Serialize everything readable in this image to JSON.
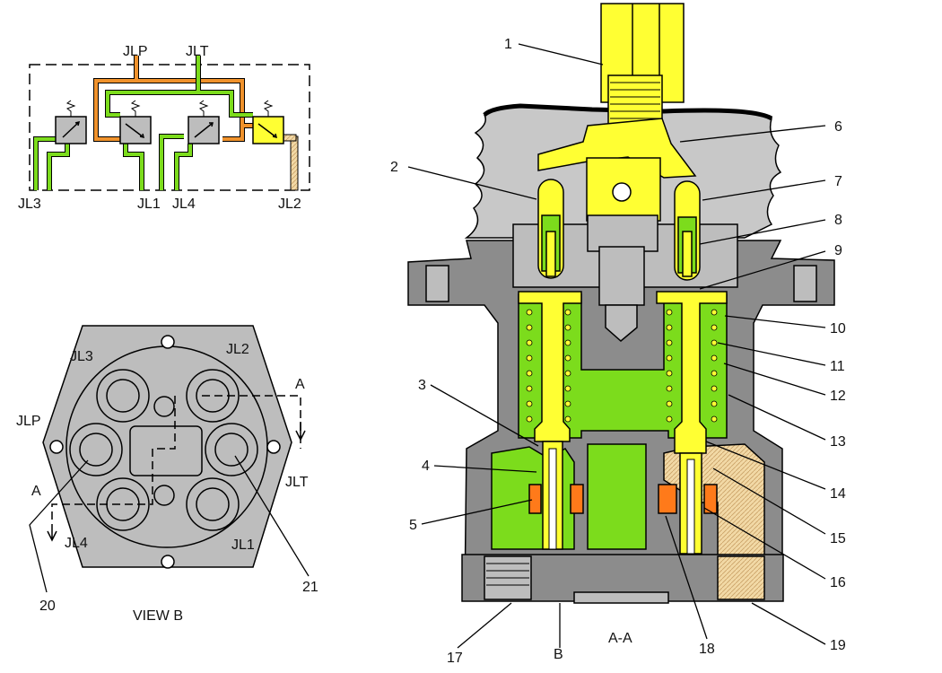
{
  "schematic": {
    "ports": {
      "jlp": "JLP",
      "jlt": "JLT",
      "jl3": "JL3",
      "jl1": "JL1",
      "jl4": "JL4",
      "jl2": "JL2"
    }
  },
  "view_b": {
    "caption": "VIEW B",
    "ports": {
      "jl3": "JL3",
      "jl2": "JL2",
      "jlp": "JLP",
      "jlt": "JLT",
      "jl4": "JL4",
      "jl1": "JL1"
    },
    "section_marker": "A",
    "callouts": {
      "c20": "20",
      "c21": "21"
    }
  },
  "section": {
    "caption": "A-A",
    "view_marker": "B",
    "callouts": {
      "c1": "1",
      "c2": "2",
      "c3": "3",
      "c4": "4",
      "c5": "5",
      "c6": "6",
      "c7": "7",
      "c8": "8",
      "c9": "9",
      "c10": "10",
      "c11": "11",
      "c12": "12",
      "c13": "13",
      "c14": "14",
      "c15": "15",
      "c16": "16",
      "c17": "17",
      "c18": "18",
      "c19": "19"
    }
  },
  "colors": {
    "pump_supply": "#f0922c",
    "return_oil": "#7cdc1c",
    "pilot_oil": "#ffff33",
    "trapped_oil": "#e8cc90",
    "housing": "#8c8c8c",
    "boot": "#c8c8c8",
    "seal": "#ff7a1a"
  }
}
